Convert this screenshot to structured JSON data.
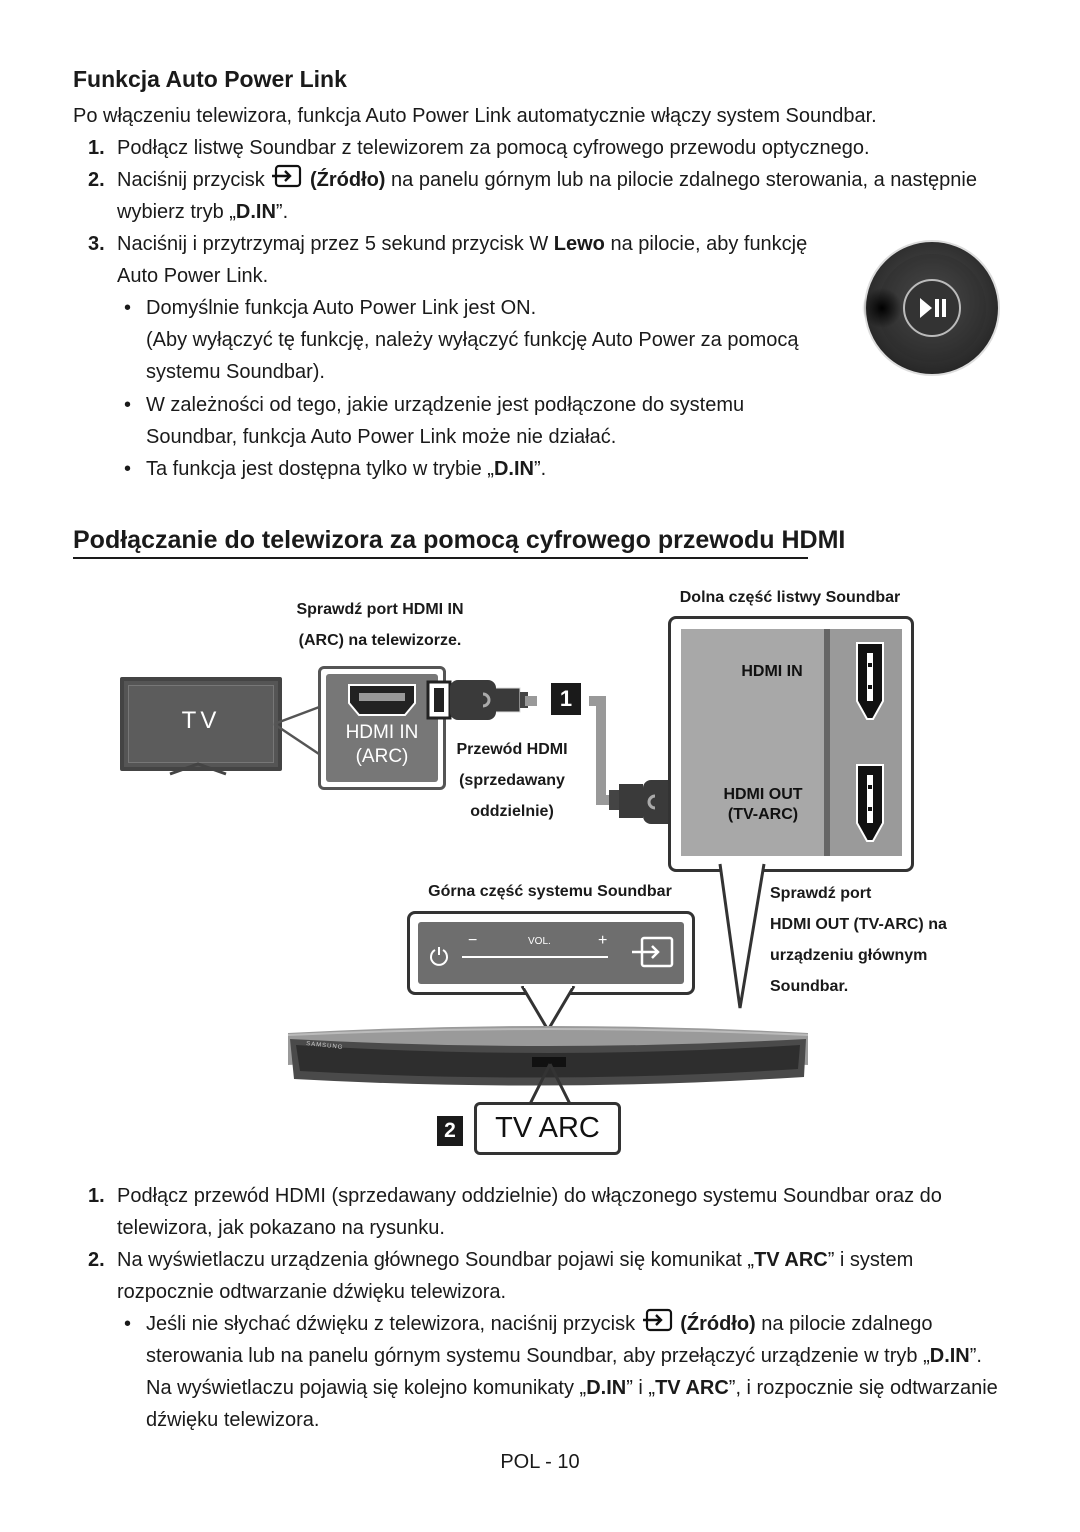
{
  "section1": {
    "title": "Funkcja Auto Power Link",
    "intro": "Po włączeniu telewizora, funkcja Auto Power Link automatycznie włączy system Soundbar.",
    "steps": [
      {
        "num": "1.",
        "text": "Podłącz listwę Soundbar z telewizorem za pomocą cyfrowego przewodu optycznego."
      },
      {
        "num": "2.",
        "pre": "Naciśnij przycisk",
        "bold": "(Źródło)",
        "post": "na panelu górnym lub na pilocie zdalnego sterowania, a następnie",
        "line2_pre": "wybierz tryb „",
        "line2_bold": "D.IN",
        "line2_post": "”."
      },
      {
        "num": "3.",
        "pre": "Naciśnij i przytrzymaj przez 5 sekund przycisk W ",
        "bold": "Lewo",
        "post": " na pilocie, aby funkcję",
        "line2": "Auto Power Link."
      }
    ],
    "bullets": [
      {
        "line1": "Domyślnie funkcja Auto Power Link jest ON.",
        "line2": "(Aby wyłączyć tę funkcję, należy wyłączyć funkcję Auto Power za pomocą",
        "line3": "systemu Soundbar)."
      },
      {
        "line1": "W zależności od tego, jakie urządzenie jest podłączone do systemu",
        "line2": "Soundbar, funkcja Auto Power Link może nie działać."
      },
      {
        "pre": "Ta funkcja jest dostępna tylko w trybie „",
        "bold": "D.IN",
        "post": "”."
      }
    ],
    "remote_icon": "play-pause-icon"
  },
  "section2": {
    "title": "Podłączanie do telewizora za pomocą cyfrowego przewodu HDMI",
    "diagram": {
      "check_tv_port_1": "Sprawdź port HDMI IN",
      "check_tv_port_2": "(ARC) na telewizorze.",
      "soundbar_bottom": "Dolna część listwy Soundbar",
      "tv_label": "TV",
      "tv_port_1": "HDMI IN",
      "tv_port_2": "(ARC)",
      "badge_1": "1",
      "badge_2": "2",
      "cable_1": "Przewód HDMI",
      "cable_2": "(sprzedawany",
      "cable_3": "oddzielnie)",
      "hdmi_in": "HDMI IN",
      "hdmi_out_1": "HDMI OUT",
      "hdmi_out_2": "(TV-ARC)",
      "top_panel": "Górna część systemu Soundbar",
      "vol_minus": "−",
      "vol_label": "VOL.",
      "vol_plus": "+",
      "check_sb_1": "Sprawdź port",
      "check_sb_2": "HDMI OUT (TV-ARC) na",
      "check_sb_3": "urządzeniu głównym",
      "check_sb_4": "Soundbar.",
      "brand": "SAMSUNG",
      "display_text": "TV ARC"
    },
    "steps": [
      {
        "num": "1.",
        "line1": "Podłącz przewód HDMI (sprzedawany oddzielnie) do włączonego systemu Soundbar oraz do",
        "line2": "telewizora, jak pokazano na rysunku."
      },
      {
        "num": "2.",
        "pre": "Na wyświetlaczu urządzenia głównego Soundbar pojawi się komunikat „",
        "bold": "TV ARC",
        "post": "” i system",
        "line2": "rozpocznie odtwarzanie dźwięku telewizora."
      }
    ],
    "bullet": {
      "pre": "Jeśli nie słychać dźwięku z telewizora, naciśnij przycisk",
      "bold": "(Źródło)",
      "post": "na pilocie zdalnego",
      "line2_pre": "sterowania lub na panelu górnym systemu Soundbar, aby przełączyć urządzenie w tryb „",
      "line2_bold": "D.IN",
      "line2_post": "”.",
      "line3_pre": "Na wyświetlaczu pojawią się kolejno komunikaty „",
      "line3_bold1": "D.IN",
      "line3_mid": "” i „",
      "line3_bold2": "TV ARC",
      "line3_post": "”, i rozpocznie się odtwarzanie",
      "line4": "dźwięku telewizora."
    }
  },
  "footer": {
    "page": "POL - 10"
  }
}
